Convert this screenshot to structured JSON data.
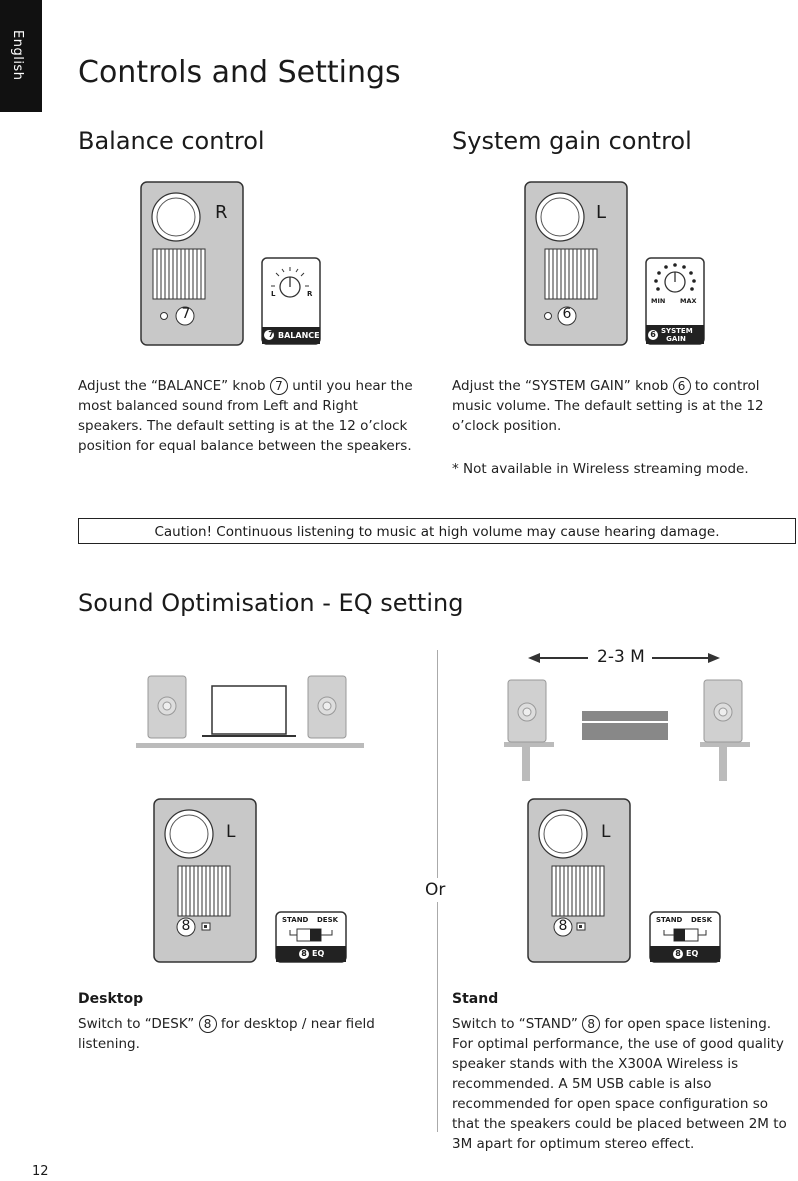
{
  "sidebar": {
    "language": "English"
  },
  "page": {
    "title": "Controls and Settings",
    "number": "12"
  },
  "balance": {
    "heading": "Balance control",
    "speaker_letter": "R",
    "knob_number": "7",
    "knob_left": "L",
    "knob_right": "R",
    "badge_number": "7",
    "badge_text": "BALANCE",
    "text_before": "Adjust the “BALANCE” knob",
    "text_num": "7",
    "text_after": "until you hear the most balanced sound from Left and Right speakers. The default setting is at the 12 o’clock position for equal balance between the speakers."
  },
  "gain": {
    "heading": "System gain control",
    "speaker_letter": "L",
    "knob_number": "6",
    "knob_min": "MIN",
    "knob_max": "MAX",
    "badge_number": "6",
    "badge_text_1": "SYSTEM",
    "badge_text_2": "GAIN",
    "text_before": "Adjust the “SYSTEM GAIN” knob",
    "text_num": "6",
    "text_after": "to control music volume. The default setting is at the 12 o’clock position.",
    "note": "* Not available in Wireless streaming mode."
  },
  "caution": "Caution! Continuous listening to music at high volume may cause hearing damage.",
  "eq": {
    "heading": "Sound Optimisation - EQ setting",
    "distance": "2-3 M",
    "or_label": "Or",
    "switch_stand": "STAND",
    "switch_desk": "DESK",
    "badge_number": "8",
    "badge_text": "EQ",
    "desktop": {
      "speaker_letter": "L",
      "switch_number": "8",
      "label": "Desktop",
      "text_before": "Switch to “DESK”",
      "text_num": "8",
      "text_after": "for desktop / near field listening."
    },
    "stand": {
      "speaker_letter": "L",
      "switch_number": "8",
      "label": "Stand",
      "text_before": "Switch to “STAND”",
      "text_num": "8",
      "text_after": "for open space listening. For optimal performance, the use of good quality speaker stands with the X300A Wireless is recommended. A 5M USB cable is also recommended for open space configuration so that the speakers could be placed between 2M to 3M apart for optimum stereo effect."
    }
  }
}
